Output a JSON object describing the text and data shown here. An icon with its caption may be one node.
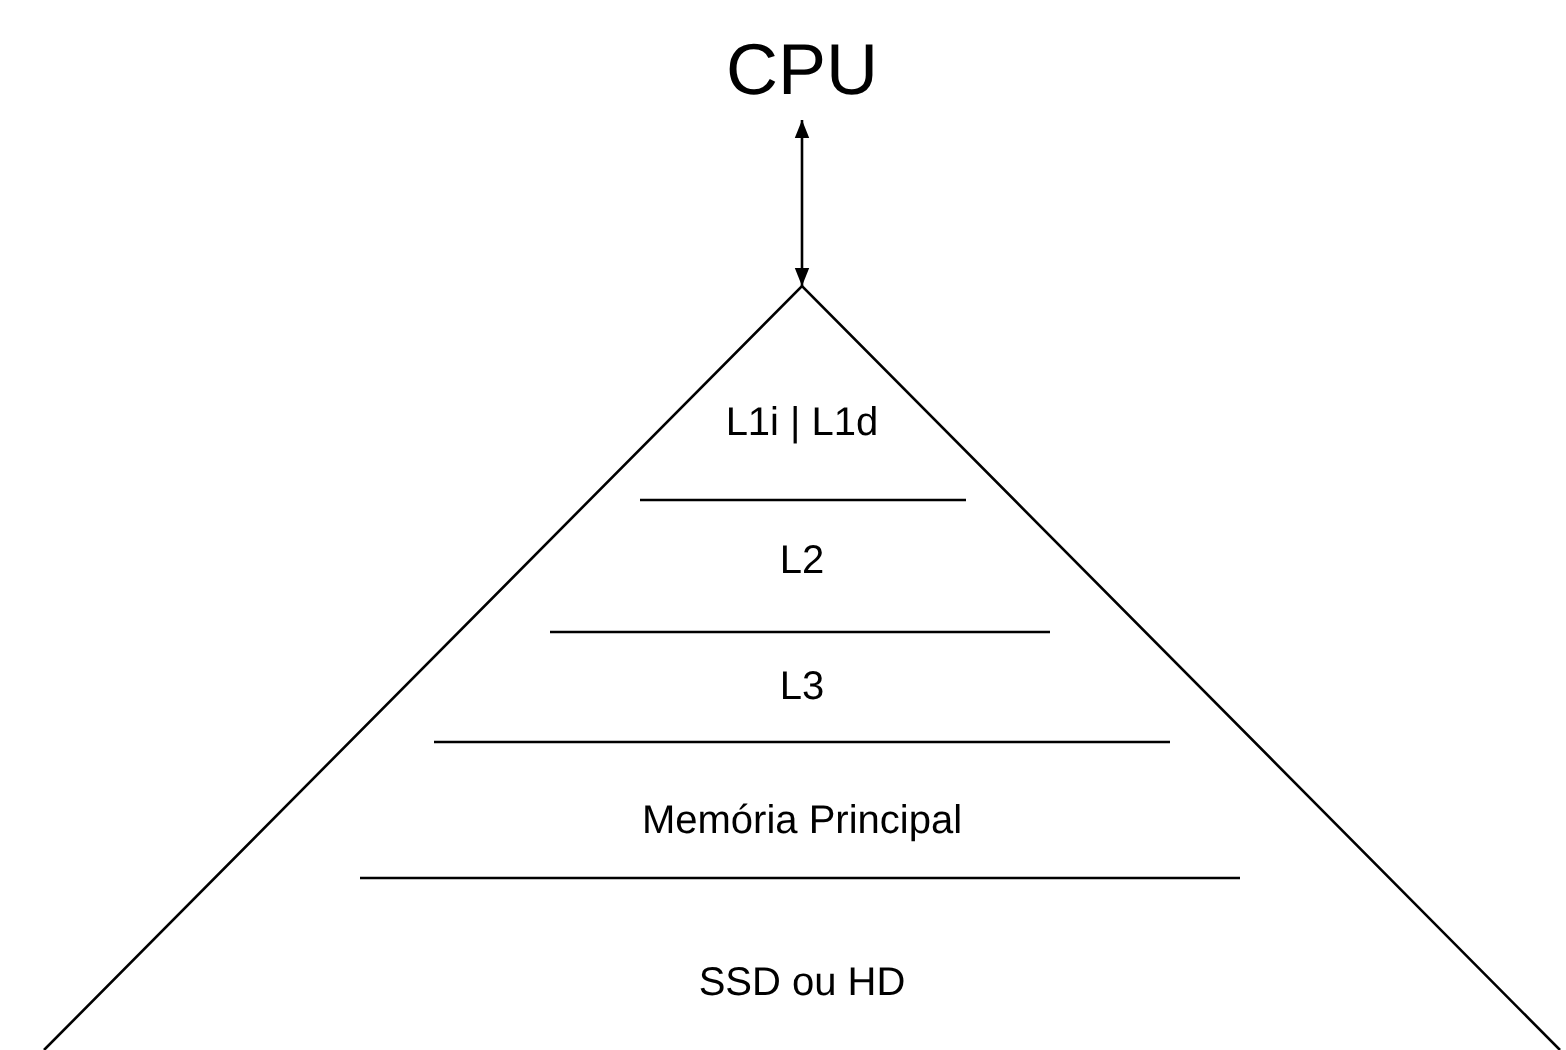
{
  "diagram": {
    "nodes": [
      {
        "text": [
          "CPU"
        ]
      },
      {
        "text": [
          "L1i | L1d",
          "L2",
          "L3",
          "Memória Principal",
          "SSD ou HD"
        ]
      }
    ],
    "edges": [
      {
        "from": 0,
        "to": 1,
        "arrow": "both"
      }
    ]
  }
}
